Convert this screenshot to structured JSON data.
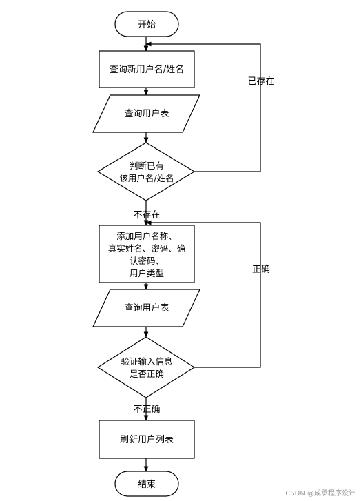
{
  "diagram": {
    "nodes": {
      "start": "开始",
      "query_name": "查询新用户名/姓名",
      "query_table_1": "查询用户表",
      "check_exists": [
        "判断已有",
        "该用户名/姓名"
      ],
      "add_user": [
        "添加用户名称、",
        "真实姓名、密码、确",
        "认密码、",
        "用户类型"
      ],
      "query_table_2": "查询用户表",
      "validate": [
        "验证输入信息",
        "是否正确"
      ],
      "refresh": "刷新用户列表",
      "end": "结束"
    },
    "edges": {
      "exists_label": "已存在",
      "not_exists_label": "不存在",
      "correct_label": "正确",
      "incorrect_label": "不正确"
    }
  },
  "watermark": "CSDN @成承程序设计"
}
